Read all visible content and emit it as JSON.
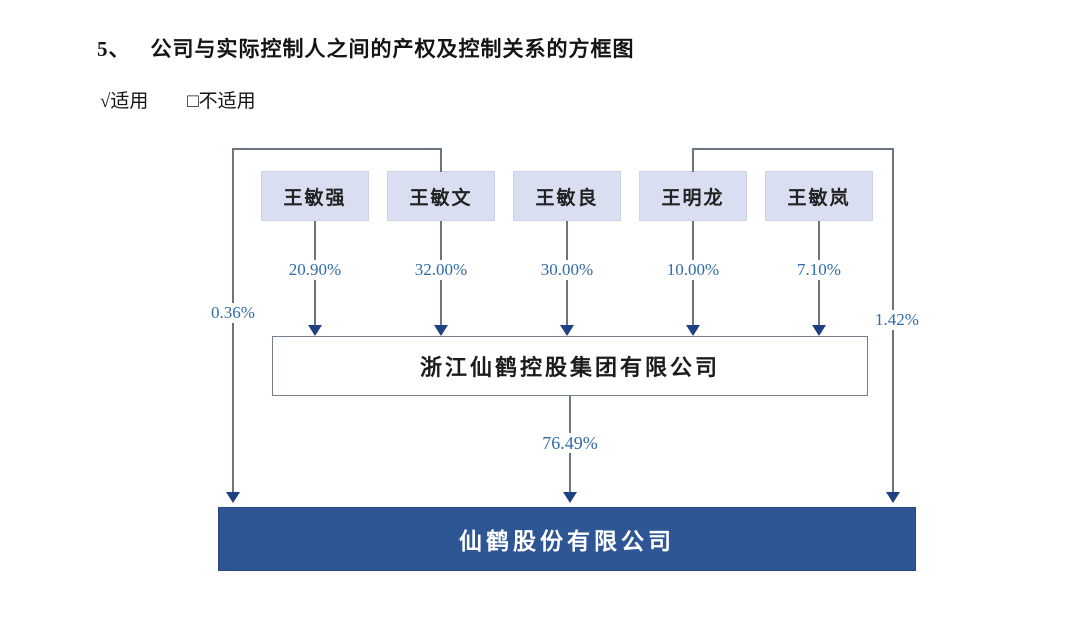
{
  "doc": {
    "section_number": "5、",
    "section_title": "公司与实际控制人之间的产权及控制关系的方框图",
    "applicable": "√适用",
    "not_applicable": "□不适用"
  },
  "diagram": {
    "shareholders": [
      {
        "name": "王敏强",
        "percent": "20.90%"
      },
      {
        "name": "王敏文",
        "percent": "32.00%"
      },
      {
        "name": "王敏良",
        "percent": "30.00%"
      },
      {
        "name": "王明龙",
        "percent": "10.00%"
      },
      {
        "name": "王敏岚",
        "percent": "7.10%"
      }
    ],
    "left_direct": {
      "from": "王敏文",
      "percent": "0.36%"
    },
    "right_direct": {
      "from": "王明龙",
      "percent": "1.42%"
    },
    "holding_company": {
      "name": "浙江仙鹤控股集团有限公司",
      "percent_to_listed": "76.49%"
    },
    "listed_company": {
      "name": "仙鹤股份有限公司"
    },
    "colors": {
      "shareholder_box_fill": "#d9dff0",
      "listed_box_fill": "#2e5695",
      "percent_text": "#2e6ca9",
      "connector_line": "#6b7483",
      "arrowhead": "#1f4181"
    }
  }
}
